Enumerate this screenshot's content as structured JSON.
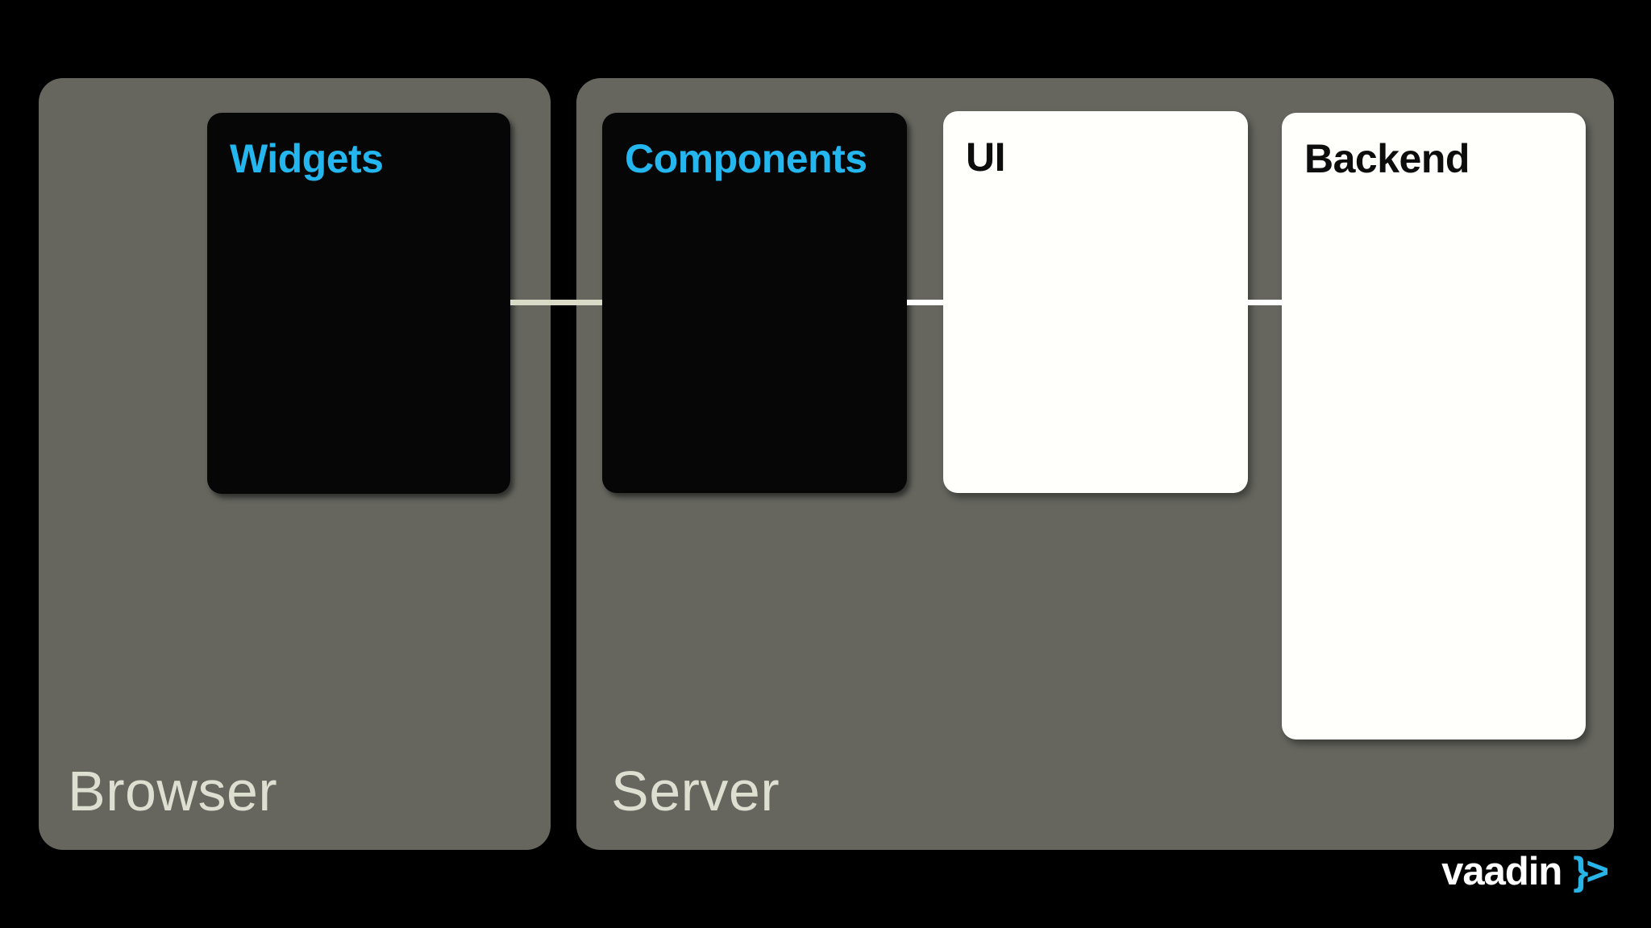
{
  "panels": {
    "browser": {
      "label": "Browser",
      "boxes": [
        {
          "label": "Widgets",
          "style": "dark"
        }
      ]
    },
    "server": {
      "label": "Server",
      "boxes": [
        {
          "label": "Components",
          "style": "dark"
        },
        {
          "label": "UI",
          "style": "light"
        },
        {
          "label": "Backend",
          "style": "light"
        }
      ]
    }
  },
  "connections": [
    {
      "from": "Widgets",
      "to": "Components"
    },
    {
      "from": "Components",
      "to": "UI"
    },
    {
      "from": "UI",
      "to": "Backend"
    }
  ],
  "logo": {
    "wordmark": "vaadin",
    "symbol": "}>"
  },
  "colors": {
    "background": "#000000",
    "panel": "#66665f",
    "panel_label": "#dddfd1",
    "dark_box": "#060606",
    "dark_box_title": "#24b6ee",
    "light_box": "#fffffc",
    "light_box_title": "#0d0d0d",
    "connector_browser_server": "#d9dbc7",
    "connector_server_internal": "#ffffff",
    "logo_accent": "#29b4e8"
  }
}
